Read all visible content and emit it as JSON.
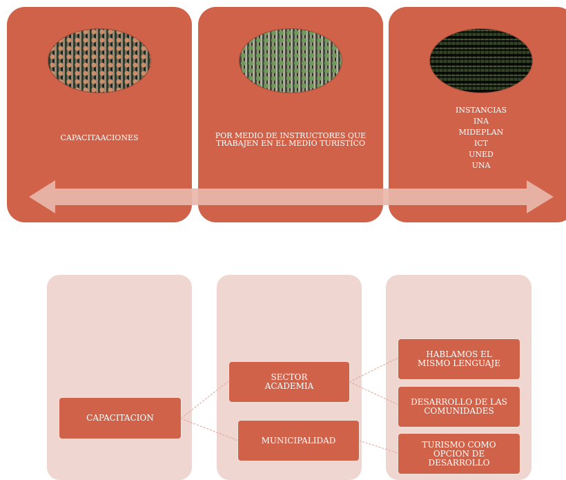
{
  "top_panels": [
    {
      "image_icon": "group-photo-icon",
      "text": "CAPACITAACIONES"
    },
    {
      "image_icon": "group-photo-icon",
      "text": "POR MEDIO DE INSTRUCTORES QUE TRABAJEN EN EL MEDIO TURISTICO"
    },
    {
      "image_icon": "building-photo-icon",
      "list": [
        "INSTANCIAS",
        "INA",
        "MIDEPLAN",
        "ICT",
        "UNED",
        "UNA"
      ]
    }
  ],
  "hierarchy": {
    "root": "CAPACITACION",
    "level2": [
      "SECTOR ACADEMIA",
      "MUNICIPALIDAD"
    ],
    "level3": [
      "HABLAMOS EL MISMO LENGUAJE",
      "DESARROLLO DE LAS COMUNIDADES",
      "TURISMO  COMO OPCION DE DESARROLLO"
    ]
  },
  "colors": {
    "accent": "#cf6249",
    "arrow": "#e8b6ab",
    "column_background": "#f0d6d0",
    "connector": "#e0a090"
  }
}
